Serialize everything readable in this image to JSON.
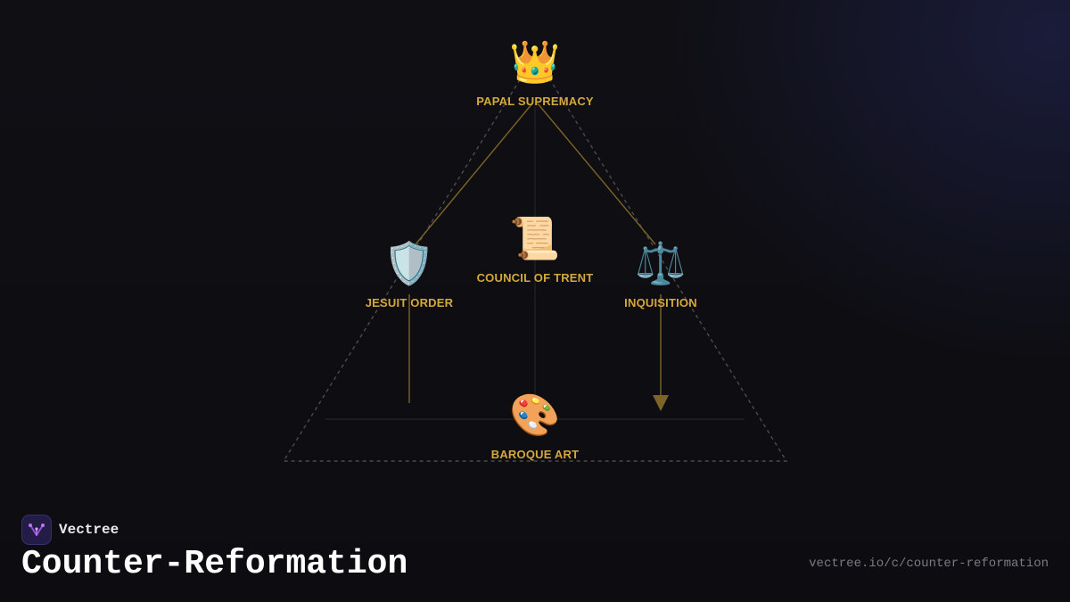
{
  "brand": {
    "name": "Vectree",
    "logo_icon": "vectree-logo-icon",
    "accent": "#8f4fd6"
  },
  "page": {
    "title": "Counter-Reformation",
    "url": "vectree.io/c/counter-reformation"
  },
  "diagram": {
    "colors": {
      "label": "#d4a93c",
      "connector": "#7d6528",
      "frame": "#4a4a52"
    },
    "nodes": {
      "papal": {
        "label": "PAPAL SUPREMACY",
        "icon": "👑",
        "icon_name": "crown-icon"
      },
      "trent": {
        "label": "COUNCIL OF TRENT",
        "icon": "📜",
        "icon_name": "scroll-icon"
      },
      "jesuit": {
        "label": "JESUIT ORDER",
        "icon": "🛡️",
        "icon_name": "shield-icon"
      },
      "inquisition": {
        "label": "INQUISITION",
        "icon": "⚖️",
        "icon_name": "scales-icon"
      },
      "baroque": {
        "label": "BAROQUE ART",
        "icon": "🎨",
        "icon_name": "palette-icon"
      }
    }
  }
}
